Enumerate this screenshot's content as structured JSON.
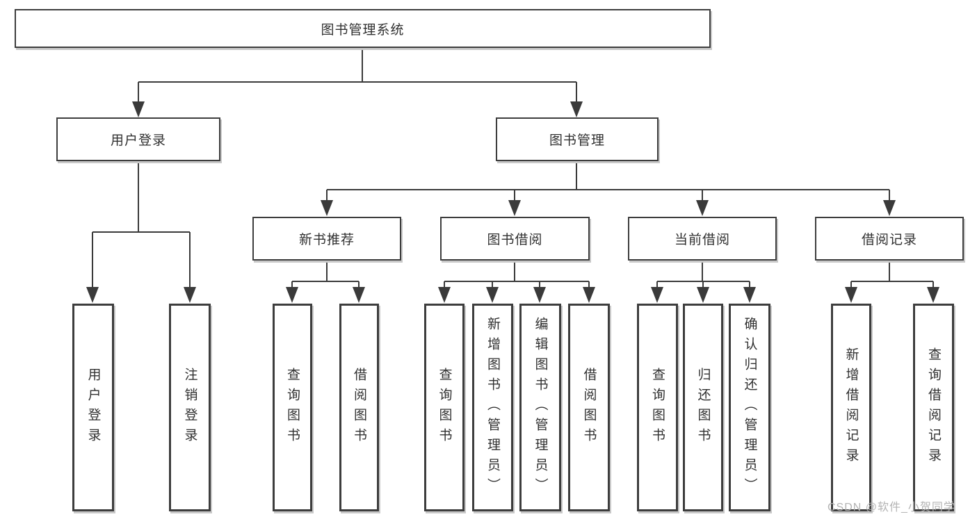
{
  "tree": {
    "label": "图书管理系统",
    "children": [
      {
        "label": "用户登录",
        "children": [
          {
            "label": "用户登录"
          },
          {
            "label": "注销登录"
          }
        ]
      },
      {
        "label": "图书管理",
        "children": [
          {
            "label": "新书推荐",
            "children": [
              {
                "label": "查询图书"
              },
              {
                "label": "借阅图书"
              }
            ]
          },
          {
            "label": "图书借阅",
            "children": [
              {
                "label": "查询图书"
              },
              {
                "label": "新增图书（管理员）"
              },
              {
                "label": "编辑图书（管理员）"
              },
              {
                "label": "借阅图书"
              }
            ]
          },
          {
            "label": "当前借阅",
            "children": [
              {
                "label": "查询图书"
              },
              {
                "label": "归还图书"
              },
              {
                "label": "确认归还（管理员）"
              }
            ]
          },
          {
            "label": "借阅记录",
            "children": [
              {
                "label": "新增借阅记录"
              },
              {
                "label": "查询借阅记录"
              }
            ]
          }
        ]
      }
    ]
  },
  "watermark": {
    "text": "CSDN @软件_小贺同学"
  },
  "colors": {
    "line": "#3a3a3a",
    "box_border": "#3d3d3d",
    "text": "#303030",
    "watermark": "#b3b3b3",
    "background": "#ffffff"
  }
}
